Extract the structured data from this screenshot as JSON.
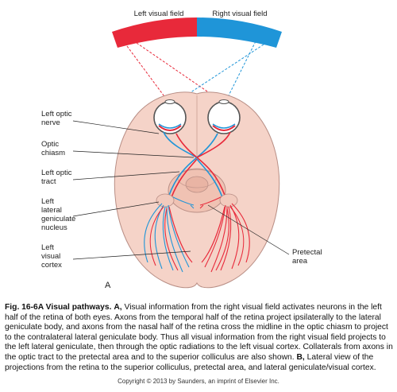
{
  "diagram": {
    "labels": {
      "left_visual_field": "Left visual field",
      "right_visual_field": "Right visual field",
      "left_optic_nerve": [
        "Left optic",
        "nerve"
      ],
      "optic_chiasm": [
        "Optic",
        "chiasm"
      ],
      "left_optic_tract": [
        "Left optic",
        "tract"
      ],
      "left_lgn": [
        "Left",
        "lateral",
        "geniculate",
        "nucleus"
      ],
      "left_visual_cortex": [
        "Left",
        "visual",
        "cortex"
      ],
      "pretectal_area": [
        "Pretectal",
        "area"
      ],
      "panel_letter": "A"
    },
    "colors": {
      "left_field": "#e8293a",
      "right_field": "#1f95d8",
      "brain_fill": "#f5d3c8",
      "brain_stroke": "#b98f86",
      "leader": "#222222"
    }
  },
  "caption": {
    "fig_label": "Fig. 16-6A Visual pathways.",
    "a_label": "A,",
    "body_a": "Visual information from the right visual field activates neurons in the left half of the retina of both eyes. Axons from the temporal half of the retina project ipsilaterally to the lateral geniculate body, and axons from the nasal half of the retina cross the midline in the optic chiasm to project to the contralateral lateral geniculate body. Thus all visual information from the right visual field projects to the left lateral geniculate, then through the optic radiations to the left visual cortex. Collaterals from axons in the optic tract to the pretectal area and to the superior colliculus are also shown.",
    "b_label": "B,",
    "body_b": "Lateral view of the projections from the retina to the superior colliculus, pretectal area, and lateral geniculate/visual cortex."
  },
  "copyright": "Copyright © 2013 by Saunders, an imprint of Elsevier Inc."
}
